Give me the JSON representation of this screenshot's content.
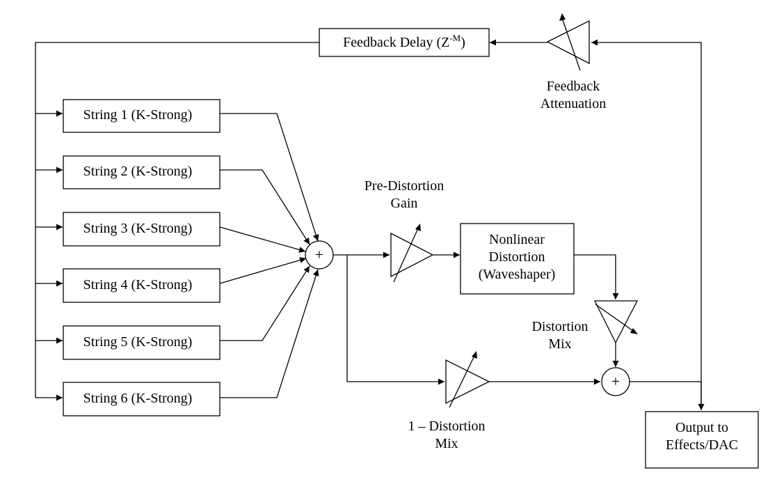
{
  "blocks": {
    "feedback_delay": {
      "label": "Feedback Delay (Z",
      "superscript": "-M",
      "suffix": ")"
    },
    "strings": [
      "String 1 (K-Strong)",
      "String 2 (K-Strong)",
      "String 3 (K-Strong)",
      "String 4 (K-Strong)",
      "String 5 (K-Strong)",
      "String 6 (K-Strong)"
    ],
    "nonlinear": [
      "Nonlinear",
      "Distortion",
      "(Waveshaper)"
    ],
    "output": [
      "Output to",
      "Effects/DAC"
    ]
  },
  "gains": {
    "feedback_attenuation": [
      "Feedback",
      "Attenuation"
    ],
    "pre_distortion": [
      "Pre-Distortion",
      "Gain"
    ],
    "distortion_mix": [
      "Distortion",
      "Mix"
    ],
    "one_minus_mix": [
      "1 – Distortion",
      "Mix"
    ]
  },
  "summers": {
    "symbol": "+"
  }
}
